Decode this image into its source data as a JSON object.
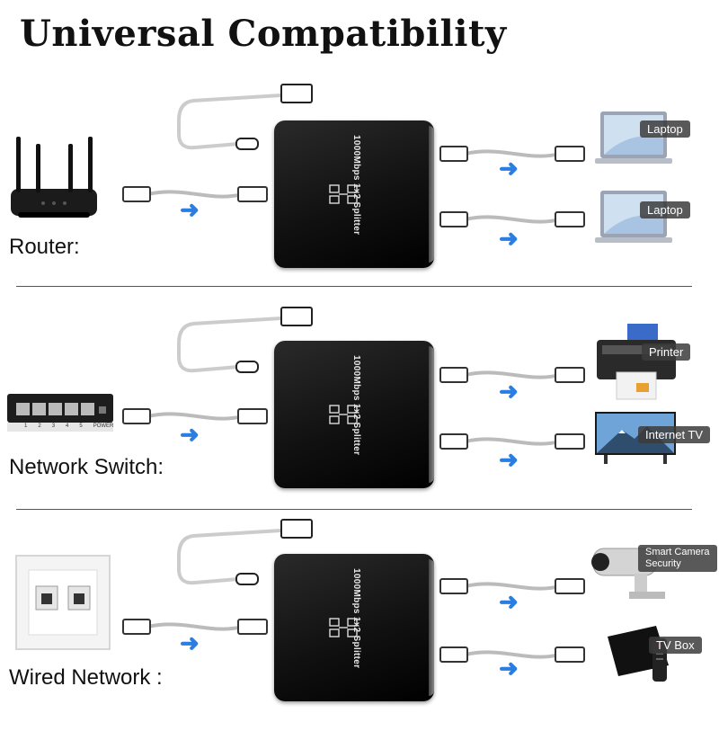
{
  "title": "Universal Compatibility",
  "splitter_label": "1000Mbps 1x2 Splitter",
  "sections": [
    {
      "source": "Router:",
      "outputs": [
        "Laptop",
        "Laptop"
      ]
    },
    {
      "source": "Network Switch:",
      "outputs": [
        "Printer",
        "Internet TV"
      ],
      "switch_port_labels": [
        "1",
        "2",
        "3",
        "4",
        "5",
        "POWER"
      ]
    },
    {
      "source": "Wired Network :",
      "outputs": [
        "Smart Camera\nSecurity",
        "TV Box"
      ]
    }
  ],
  "colors": {
    "arrow": "#2a7de1",
    "splitter": "#111111",
    "title": "#111111"
  },
  "icons": [
    "router-icon",
    "switch-icon",
    "wall-socket-icon",
    "laptop-icon",
    "printer-icon",
    "tv-icon",
    "camera-icon",
    "tv-box-icon",
    "usb-cable-icon",
    "ethernet-cable-icon",
    "arrow-right-icon"
  ]
}
